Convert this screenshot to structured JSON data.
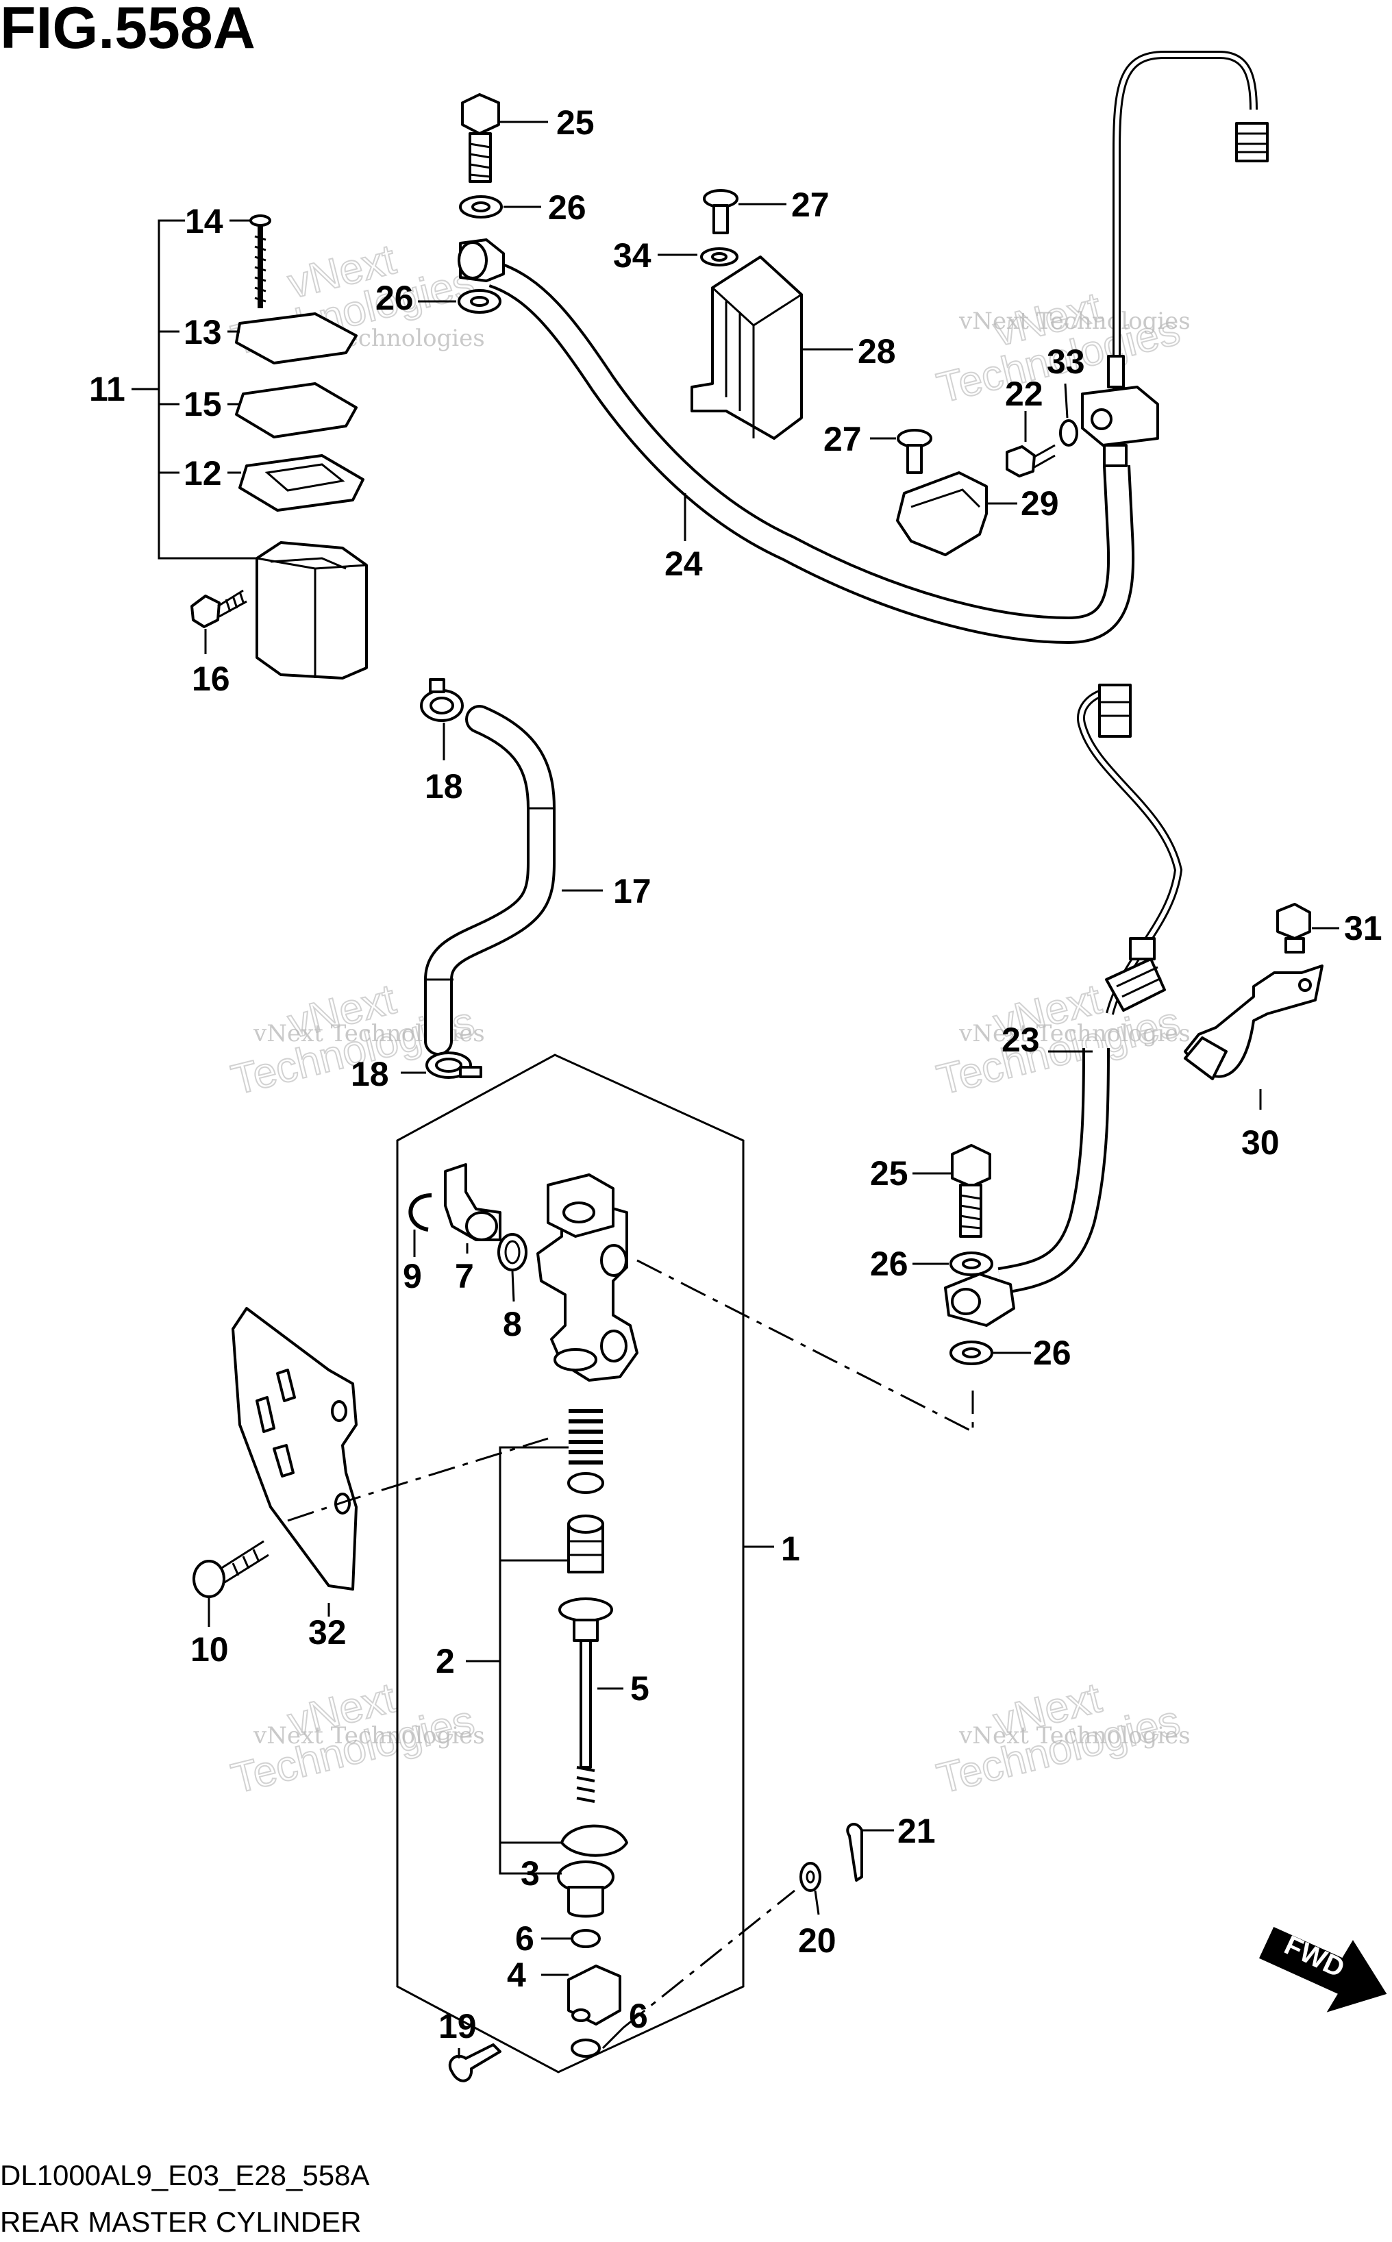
{
  "figure": {
    "title": "FIG.558A",
    "code": "DL1000AL9_E03_E28_558A",
    "name": "REAR MASTER CYLINDER",
    "direction_label": "FWD"
  },
  "watermark": {
    "line1": "vNext Technologies",
    "line2_top": "vNext",
    "line2_bottom": "Technologies"
  },
  "callouts": [
    "1",
    "2",
    "3",
    "4",
    "5",
    "6",
    "6",
    "7",
    "8",
    "9",
    "10",
    "11",
    "12",
    "13",
    "14",
    "15",
    "16",
    "17",
    "18",
    "18",
    "19",
    "20",
    "21",
    "22",
    "23",
    "24",
    "25",
    "25",
    "26",
    "26",
    "26",
    "26",
    "27",
    "27",
    "28",
    "29",
    "30",
    "31",
    "32",
    "33",
    "34"
  ]
}
